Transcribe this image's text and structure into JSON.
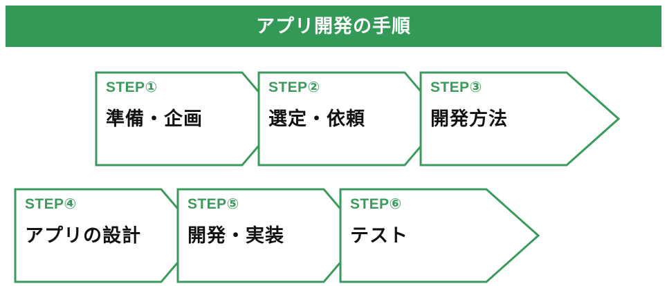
{
  "header": {
    "title": "アプリ開発の手順",
    "background_color": "#339956",
    "text_color": "#ffffff"
  },
  "theme": {
    "accent_green": "#3a9a5c",
    "label_green": "#3c9a5e",
    "body_text": "#111111",
    "page_background": "#ffffff"
  },
  "flow": {
    "rows": [
      {
        "steps": [
          {
            "label": "STEP①",
            "title": "準備・企画"
          },
          {
            "label": "STEP②",
            "title": "選定・依頼"
          },
          {
            "label": "STEP③",
            "title": "開発方法"
          }
        ]
      },
      {
        "steps": [
          {
            "label": "STEP④",
            "title": "アプリの設計"
          },
          {
            "label": "STEP⑤",
            "title": "開発・実装"
          },
          {
            "label": "STEP⑥",
            "title": "テスト"
          }
        ]
      }
    ]
  }
}
